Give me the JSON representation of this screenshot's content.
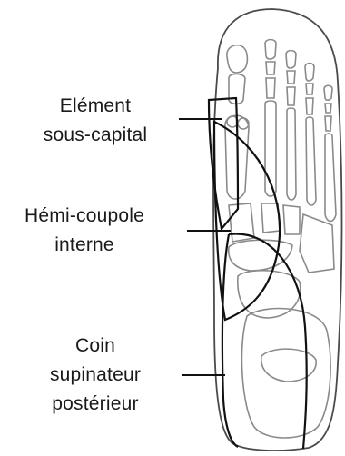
{
  "labels": {
    "element_sous_capital": [
      "Elément",
      "sous-capital"
    ],
    "hemi_coupole_interne": [
      "Hémi-coupole",
      "interne"
    ],
    "coin_supinateur_posterieur": [
      "Coin",
      "supinateur",
      "postérieur"
    ]
  },
  "colors": {
    "bone_outline": "#8a8a8a",
    "zone_outline": "#111111",
    "foot_outline": "#4a4a4a",
    "text": "#1a1a1a"
  }
}
